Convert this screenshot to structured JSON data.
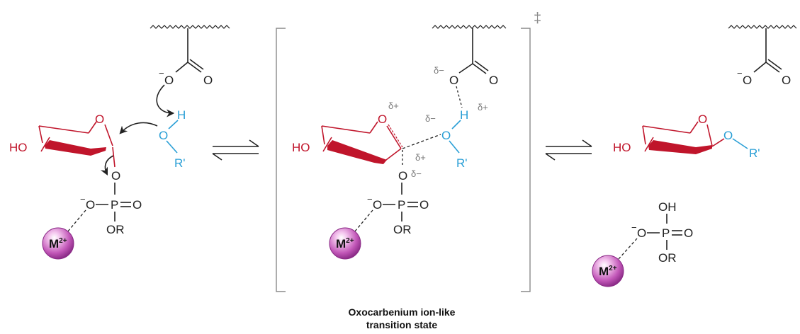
{
  "colors": {
    "sugar": "#c0152b",
    "sugar_dark": "#a1101f",
    "alcohol": "#2a9fd6",
    "ink": "#222222",
    "bracket": "#8a8a8a",
    "delta": "#777777",
    "metal_light": "#f4c6ee",
    "metal_mid": "#c257b8",
    "metal_dark": "#8a2a86"
  },
  "labels": {
    "O": "O",
    "OH": "OH",
    "HO": "HO",
    "H": "H",
    "P": "P",
    "OR": "OR",
    "R_prime": "R'",
    "minus": "−",
    "metal": "M",
    "metal_charge": "2+",
    "delta_plus": "δ+",
    "delta_minus": "δ−",
    "double_dagger": "‡"
  },
  "caption": {
    "line1": "Oxocarbenium ion-like",
    "line2": "transition state"
  }
}
